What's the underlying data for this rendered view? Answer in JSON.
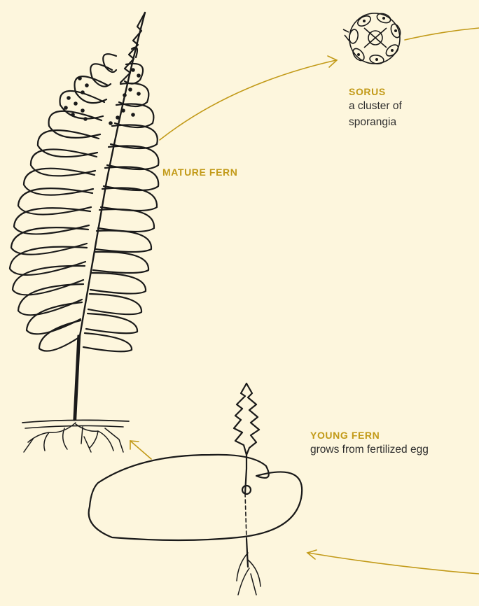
{
  "colors": {
    "background": "#fdf6dd",
    "accent": "#c29a18",
    "ink": "#1a1a1a"
  },
  "labels": {
    "sorus": {
      "title": "SORUS",
      "description_line1": "a cluster of",
      "description_line2": "sporangia"
    },
    "mature_fern": {
      "title": "MATURE FERN"
    },
    "young_fern": {
      "title": "YOUNG FERN",
      "description": "grows from fertilized egg"
    }
  },
  "icons": {
    "mature_fern": "fern-frond-illustration",
    "sorus": "sorus-cluster-illustration",
    "young_fern": "young-fern-on-gametophyte-illustration"
  }
}
